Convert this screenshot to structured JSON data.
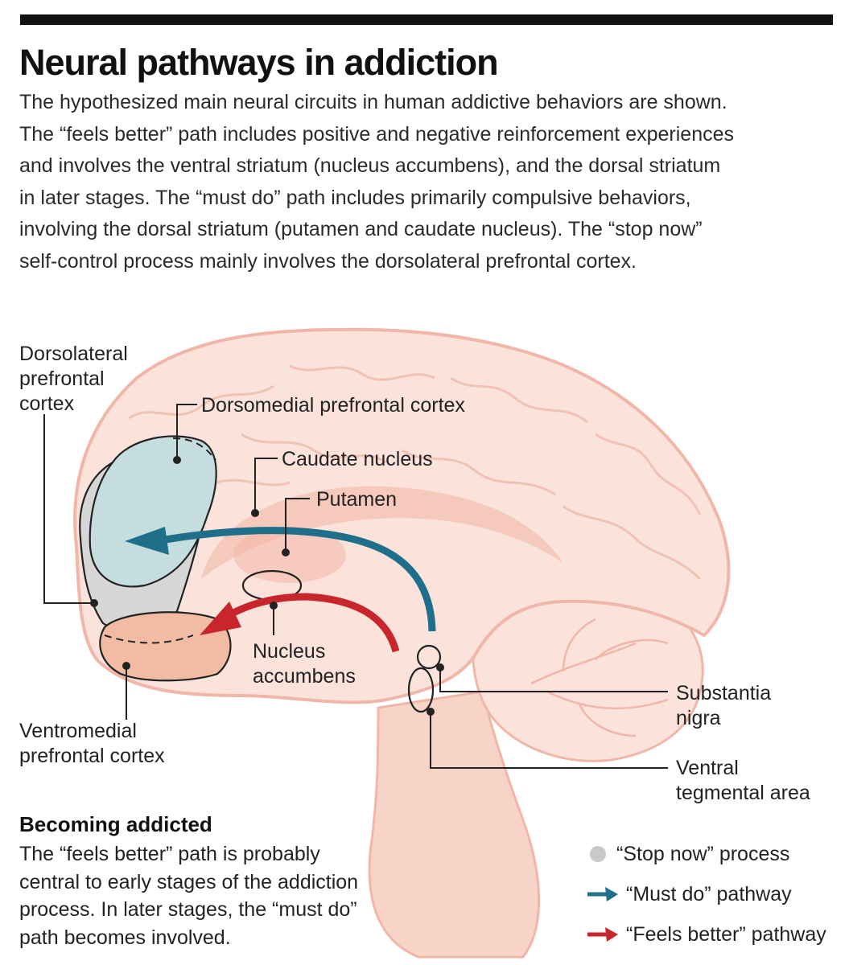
{
  "title": "Neural pathways in addiction",
  "intro": [
    "The hypothesized main neural circuits in human addictive behaviors are shown.",
    "The  “feels better” path includes positive and negative reinforcement experiences",
    "and involves the ventral striatum (nucleus accumbens), and the dorsal striatum",
    "in later stages. The “must do” path includes primarily compulsive behaviors,",
    "involving the dorsal striatum (putamen and caudate nucleus). The “stop now”",
    "self-control process mainly involves the dorsolateral prefrontal cortex."
  ],
  "labels": {
    "dlpfc": [
      "Dorsolateral",
      "prefrontal",
      "cortex"
    ],
    "dmpfc": "Dorsomedial prefrontal cortex",
    "caudate": "Caudate nucleus",
    "putamen": "Putamen",
    "accumbens": [
      "Nucleus",
      "accumbens"
    ],
    "substantia": [
      "Substantia",
      "nigra"
    ],
    "vta": [
      "Ventral",
      "tegmental area"
    ],
    "vmpfc": [
      "Ventromedial",
      "prefrontal cortex"
    ]
  },
  "becoming": {
    "title": "Becoming addicted",
    "lines": [
      "The “feels better” path is probably",
      "central to early stages of the addiction",
      "process. In later stages, the “must do”",
      "path becomes involved."
    ]
  },
  "legend": {
    "stop_now": "“Stop now” process",
    "must_do": "“Must do” pathway",
    "feels_better": "“Feels better” pathway"
  },
  "colors": {
    "must_do": "#1f6f8b",
    "feels_better": "#c8252c",
    "stop_now": "#c9c9c9",
    "brain_fill": "#fbe3dc",
    "brain_outline": "#f0b7a8",
    "dmpfc_fill": "#c6dde0",
    "vmpfc_fill": "#f2bca4"
  }
}
